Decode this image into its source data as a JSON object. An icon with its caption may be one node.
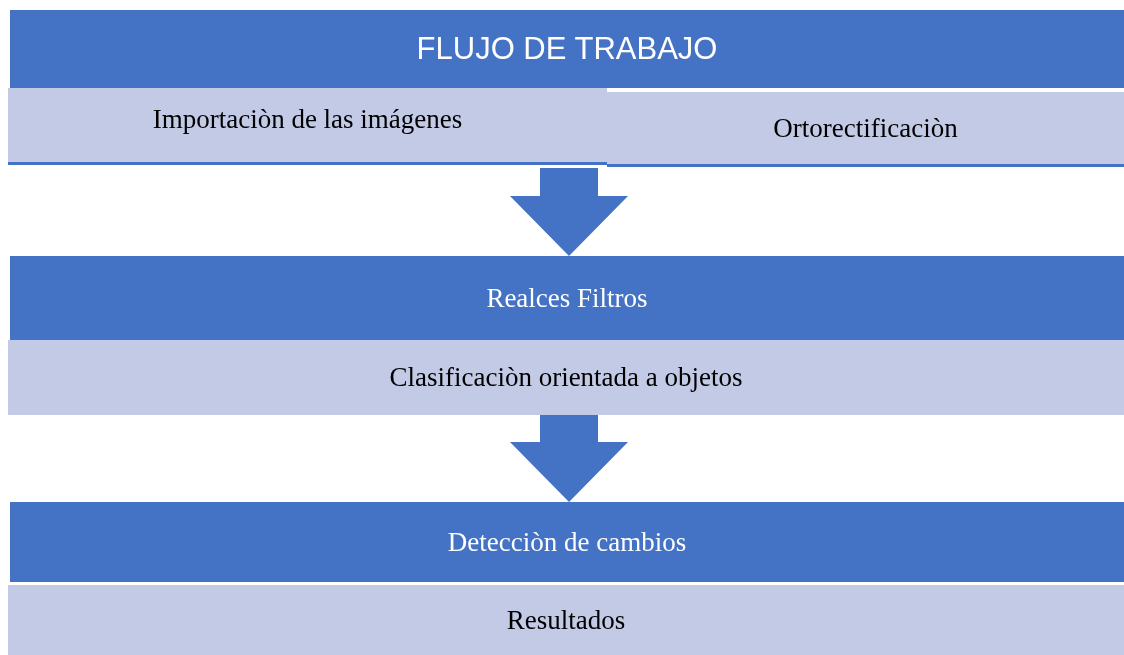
{
  "diagram": {
    "nodes": [
      {
        "text": [
          "FLUJO DE TRABAJO"
        ]
      },
      {
        "text": [
          "Importaciòn de las imágenes"
        ]
      },
      {
        "text": [
          "Ortorectificaciòn"
        ]
      },
      {
        "text": [
          "Realces Filtros"
        ]
      },
      {
        "text": [
          "Clasificaciòn orientada a objetos"
        ]
      },
      {
        "text": [
          "Detecciòn de cambios"
        ]
      },
      {
        "text": [
          "Resultados"
        ]
      }
    ],
    "edges": [
      {
        "from": 1,
        "to": 3,
        "arrow": "to"
      },
      {
        "from": 4,
        "to": 5,
        "arrow": "to"
      }
    ]
  }
}
